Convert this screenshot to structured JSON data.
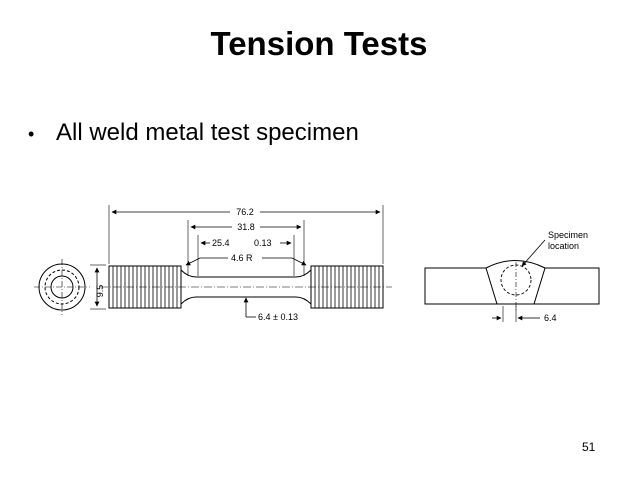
{
  "slide": {
    "title": "Tension Tests",
    "bullet_marker": "•",
    "bullet": "All weld metal test specimen",
    "page_number": "51"
  },
  "diagram": {
    "specimen_dims": {
      "overall_length": "76.2",
      "threaded_length": "31.8",
      "gauge_length": "25.4",
      "tolerance": "0.13",
      "radius": "4.6 R",
      "diameter": "9.5",
      "gauge_diameter": "6.4 ± 0.13"
    },
    "weld": {
      "label_line1": "Specimen",
      "label_line2": "location",
      "offset": "6.4"
    }
  }
}
